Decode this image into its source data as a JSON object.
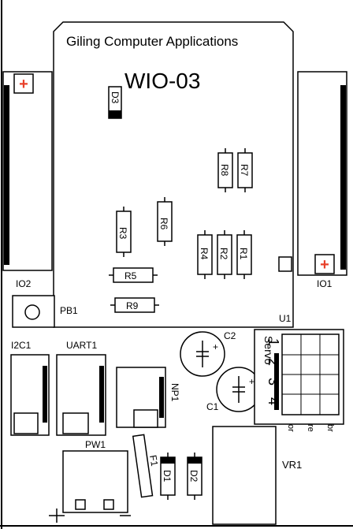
{
  "board": {
    "company": "Giling Computer Applications",
    "model": "WIO-03"
  },
  "labels": {
    "io2": "IO2",
    "io1": "IO1",
    "pb1": "PB1",
    "u1": "U1",
    "i2c1": "I2C1",
    "uart1": "UART1",
    "np1": "NP1",
    "pw1": "PW1",
    "f1": "F1",
    "d1": "D1",
    "d2": "D2",
    "d3": "D3",
    "vr1": "VR1",
    "c1": "C1",
    "c2": "C2",
    "r1": "R1",
    "r2": "R2",
    "r3": "R3",
    "r4": "R4",
    "r5": "R5",
    "r6": "R6",
    "r7": "R7",
    "r8": "R8",
    "r9": "R9",
    "servo": "Servo",
    "servo_pins": [
      "1",
      "2",
      "3",
      "4"
    ],
    "servo_cols": [
      "or",
      "re",
      "br"
    ]
  },
  "colors": {
    "line": "#000000",
    "accent": "#e8402a",
    "background": "#ffffff"
  }
}
